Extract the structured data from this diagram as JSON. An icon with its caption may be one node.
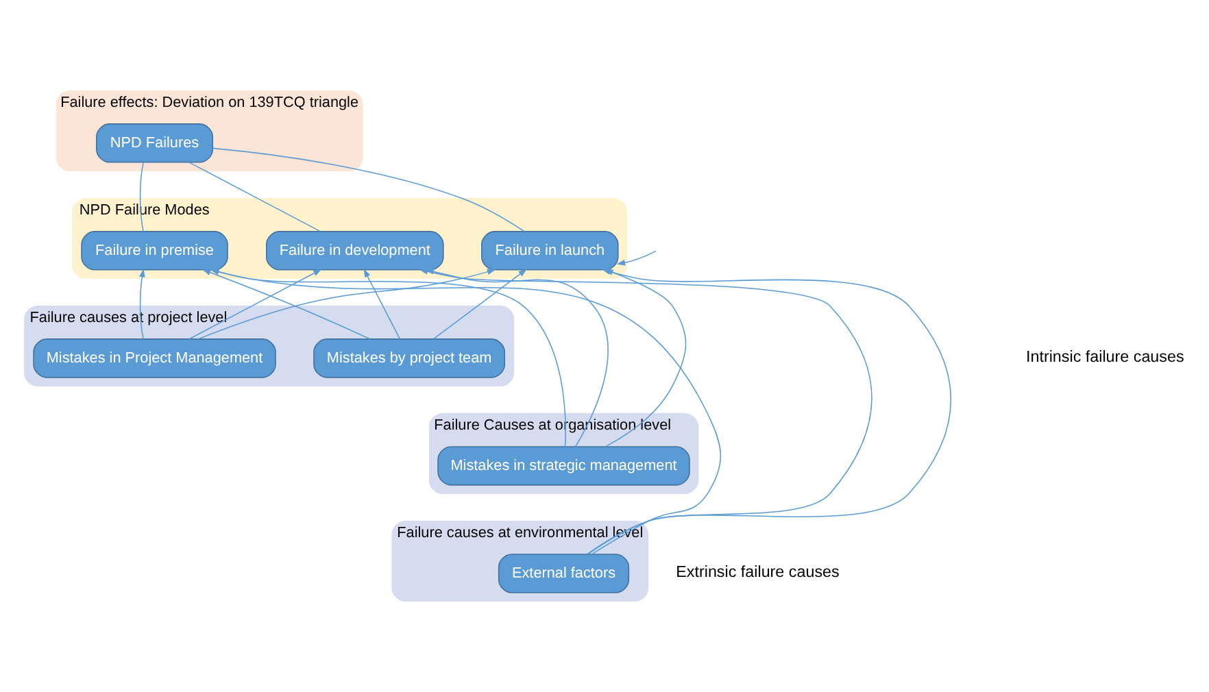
{
  "diagram": {
    "nodes": [
      {
        "text": [
          "Failure effects: Deviation on 139TCQ triangle"
        ]
      },
      {
        "text": [
          "NPD Failures"
        ],
        "in": 0
      },
      {
        "text": [
          "NPD Failure Modes"
        ]
      },
      {
        "text": [
          "Failure in premise"
        ],
        "in": 2
      },
      {
        "text": [
          "Failure in development"
        ],
        "in": 2
      },
      {
        "text": [
          "Failure in launch"
        ],
        "in": 2
      },
      {
        "text": [
          "Failure causes at project level"
        ]
      },
      {
        "text": [
          "Mistakes in Project Management"
        ],
        "in": 6
      },
      {
        "text": [
          "Mistakes by project team"
        ],
        "in": 6
      },
      {
        "text": [
          "Failure Causes at organisation level"
        ]
      },
      {
        "text": [
          "Mistakes in strategic management"
        ],
        "in": 9
      },
      {
        "text": [
          "Failure causes at environmental level"
        ]
      },
      {
        "text": [
          "External factors"
        ],
        "in": 11
      }
    ],
    "edges": [
      {
        "from": 1,
        "to": 3,
        "arrow": "none"
      },
      {
        "from": 1,
        "to": 4,
        "arrow": "none"
      },
      {
        "from": 1,
        "to": 5,
        "arrow": "none"
      },
      {
        "from": 7,
        "to": 3,
        "arrow": "to"
      },
      {
        "from": 7,
        "to": 4,
        "arrow": "to"
      },
      {
        "from": 7,
        "to": 5,
        "arrow": "to"
      },
      {
        "from": 8,
        "to": 3,
        "arrow": "to"
      },
      {
        "from": 8,
        "to": 4,
        "arrow": "to"
      },
      {
        "from": 8,
        "to": 5,
        "arrow": "to"
      },
      {
        "from": 10,
        "to": 3,
        "arrow": "to"
      },
      {
        "from": 10,
        "to": 4,
        "arrow": "to"
      },
      {
        "from": 10,
        "to": 5,
        "arrow": "to"
      },
      {
        "from": 12,
        "to": 3,
        "arrow": "to"
      },
      {
        "from": 12,
        "to": 4,
        "arrow": "to"
      },
      {
        "from": 12,
        "to": 5,
        "arrow": "to"
      },
      {
        "from": null,
        "to": 5,
        "arrow": "to"
      }
    ],
    "labels": [
      "Intrinsic failure causes",
      "Extrinsic failure causes"
    ]
  }
}
